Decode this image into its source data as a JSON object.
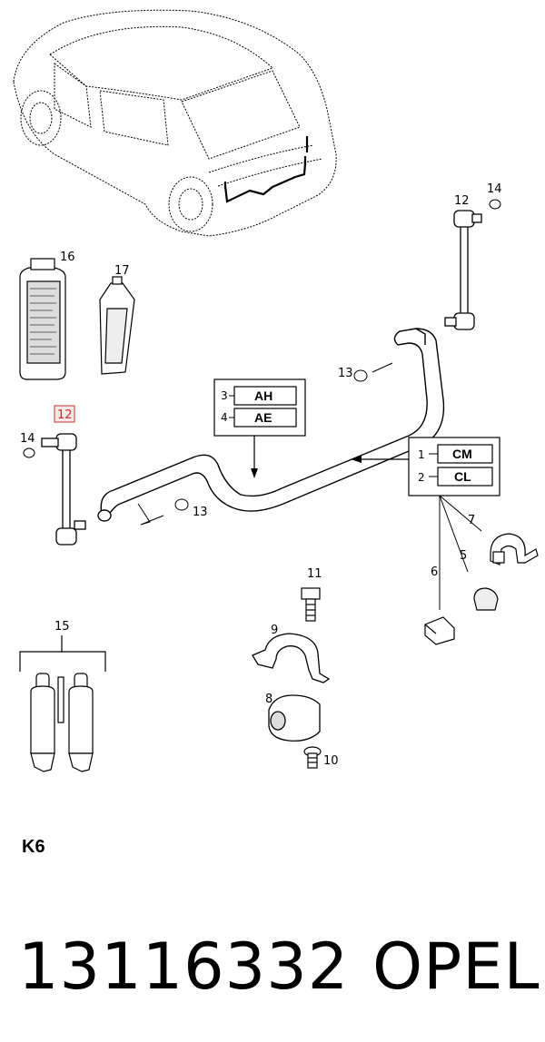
{
  "callouts": {
    "c16": "16",
    "c17": "17",
    "c12_top": "12",
    "c14_top": "14",
    "c13_top": "13",
    "c12_left": "12",
    "c14_left": "14",
    "c13_bottom": "13",
    "c15": "15",
    "c11": "11",
    "c9": "9",
    "c8": "8",
    "c10": "10",
    "c7": "7",
    "c5": "5",
    "c6": "6"
  },
  "variant_boxes": {
    "left": {
      "rows": [
        {
          "index": "3",
          "code": "AH"
        },
        {
          "index": "4",
          "code": "AE"
        }
      ]
    },
    "right": {
      "rows": [
        {
          "index": "1",
          "code": "CM"
        },
        {
          "index": "2",
          "code": "CL"
        }
      ]
    }
  },
  "section_code": "K6",
  "footer": {
    "part_number": "13116332",
    "brand": "OPEL"
  },
  "colors": {
    "line": "#000000",
    "highlight": "#c03030",
    "background": "#ffffff"
  }
}
